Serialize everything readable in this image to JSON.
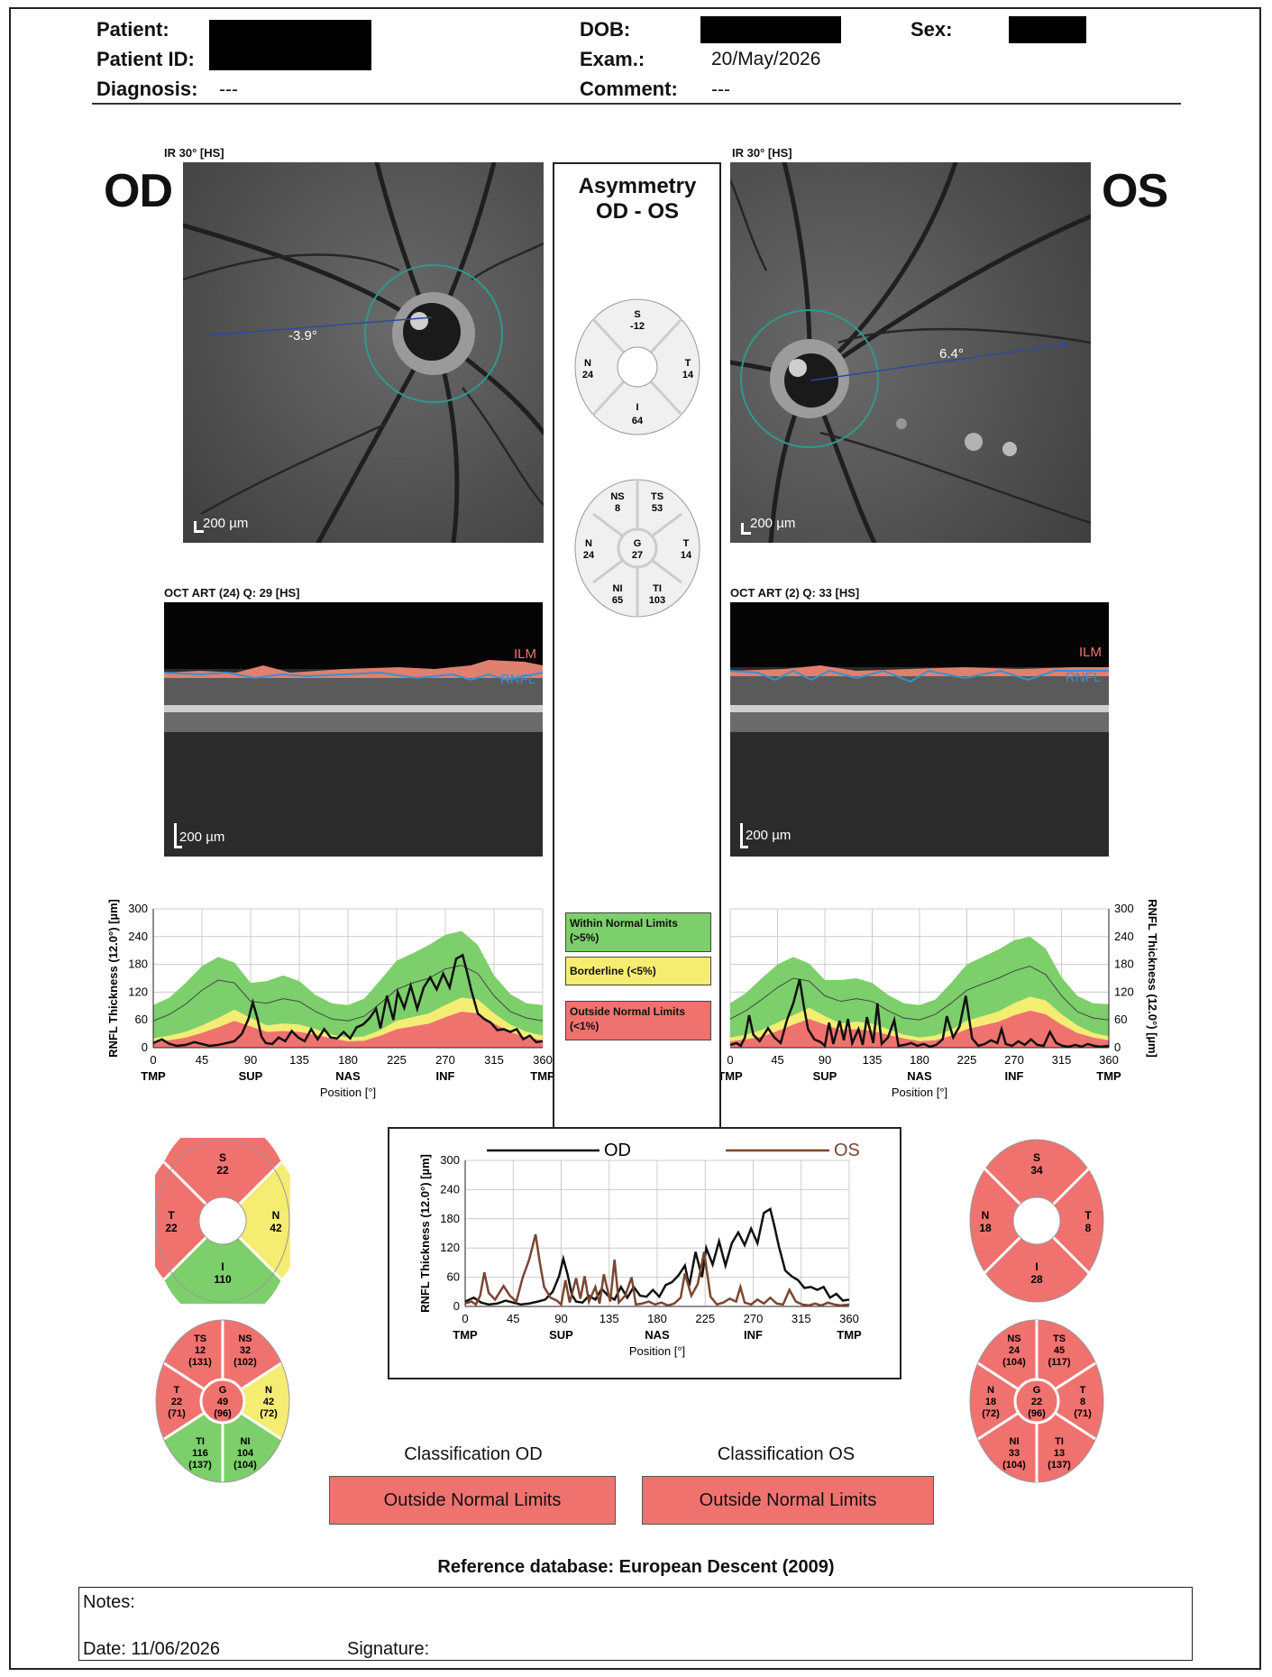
{
  "header": {
    "patient_label": "Patient:",
    "patient_id_label": "Patient ID:",
    "diagnosis_label": "Diagnosis:",
    "diagnosis_value": "---",
    "dob_label": "DOB:",
    "exam_label": "Exam.:",
    "exam_value": "20/May/2026",
    "comment_label": "Comment:",
    "comment_value": "---",
    "sex_label": "Sex:"
  },
  "od": {
    "eye_label": "OD",
    "ir_caption": "IR 30° [HS]",
    "angle": "-3.9°",
    "scale": "200 µm",
    "oct_caption": "OCT ART (24) Q: 29 [HS]",
    "oct_scale": "200 µm",
    "ilm_label": "ILM",
    "rnfl_label": "RNFL",
    "chart_ylabel": "RNFL Thickness (12.0°) [µm]",
    "chart_xlabel": "Position [°]",
    "sectors4": {
      "S": {
        "name": "S",
        "val": "22"
      },
      "T": {
        "name": "T",
        "val": "22"
      },
      "N": {
        "name": "N",
        "val": "42"
      },
      "I": {
        "name": "I",
        "val": "110"
      }
    },
    "sectors6": {
      "TS": {
        "name": "TS",
        "val": "12",
        "ref": "(131)"
      },
      "NS": {
        "name": "NS",
        "val": "32",
        "ref": "(102)"
      },
      "T": {
        "name": "T",
        "val": "22",
        "ref": "(71)"
      },
      "G": {
        "name": "G",
        "val": "49",
        "ref": "(96)"
      },
      "N": {
        "name": "N",
        "val": "42",
        "ref": "(72)"
      },
      "TI": {
        "name": "TI",
        "val": "116",
        "ref": "(137)"
      },
      "NI": {
        "name": "NI",
        "val": "104",
        "ref": "(104)"
      }
    },
    "classification_title": "Classification OD",
    "classification_value": "Outside Normal Limits"
  },
  "os": {
    "eye_label": "OS",
    "ir_caption": "IR 30° [HS]",
    "angle": "6.4°",
    "scale": "200 µm",
    "oct_caption": "OCT ART (2) Q: 33 [HS]",
    "oct_scale": "200 µm",
    "ilm_label": "ILM",
    "rnfl_label": "RNFL",
    "chart_ylabel": "RNFL Thickness (12.0°) [µm]",
    "chart_xlabel": "Position [°]",
    "sectors4": {
      "S": {
        "name": "S",
        "val": "34"
      },
      "N": {
        "name": "N",
        "val": "18"
      },
      "T": {
        "name": "T",
        "val": "8"
      },
      "I": {
        "name": "I",
        "val": "28"
      }
    },
    "sectors6": {
      "NS": {
        "name": "NS",
        "val": "24",
        "ref": "(104)"
      },
      "TS": {
        "name": "TS",
        "val": "45",
        "ref": "(117)"
      },
      "N": {
        "name": "N",
        "val": "18",
        "ref": "(72)"
      },
      "G": {
        "name": "G",
        "val": "22",
        "ref": "(96)"
      },
      "T": {
        "name": "T",
        "val": "8",
        "ref": "(71)"
      },
      "NI": {
        "name": "NI",
        "val": "33",
        "ref": "(104)"
      },
      "TI": {
        "name": "TI",
        "val": "13",
        "ref": "(137)"
      }
    },
    "classification_title": "Classification OS",
    "classification_value": "Outside Normal Limits"
  },
  "asymmetry": {
    "title_line1": "Asymmetry",
    "title_line2": "OD - OS",
    "sectors4": {
      "S": {
        "name": "S",
        "val": "-12"
      },
      "N": {
        "name": "N",
        "val": "24"
      },
      "T": {
        "name": "T",
        "val": "14"
      },
      "I": {
        "name": "I",
        "val": "64"
      }
    },
    "sectors6": {
      "NS": {
        "name": "NS",
        "val": "8"
      },
      "TS": {
        "name": "TS",
        "val": "53"
      },
      "N": {
        "name": "N",
        "val": "24"
      },
      "G": {
        "name": "G",
        "val": "27"
      },
      "T": {
        "name": "T",
        "val": "14"
      },
      "NI": {
        "name": "NI",
        "val": "65"
      },
      "TI": {
        "name": "TI",
        "val": "103"
      }
    }
  },
  "legend": {
    "within": "Within Normal Limits (>5%)",
    "borderline": "Borderline (<5%)",
    "outside": "Outside Normal Limits (<1%)"
  },
  "compare": {
    "od_label": "OD",
    "os_label": "OS",
    "ylabel": "RNFL Thickness (12.0°) [µm]",
    "xlabel": "Position [°]"
  },
  "footer": {
    "refdb": "Reference database: European Descent (2009)",
    "notes_label": "Notes:",
    "date_label": "Date: 11/06/2026",
    "signature_label": "Signature:"
  },
  "colors": {
    "normal": "#7ccf6a",
    "borderline": "#f5ec72",
    "outside": "#f0726f"
  },
  "chart_data": [
    {
      "type": "area",
      "id": "od",
      "ylabel": "RNFL Thickness (12.0°) [µm]",
      "xlabel": "Position [°]",
      "xlim": [
        0,
        360
      ],
      "ylim": [
        0,
        300
      ],
      "x_ticks": [
        "0",
        "45",
        "90",
        "135",
        "180",
        "225",
        "270",
        "315",
        "360"
      ],
      "y_ticks": [
        "0",
        "60",
        "120",
        "180",
        "240",
        "300"
      ],
      "x_categories": [
        "TMP",
        "SUP",
        "NAS",
        "INF",
        "TMP"
      ],
      "grid": true,
      "x": [
        0,
        15,
        30,
        45,
        60,
        75,
        90,
        105,
        120,
        135,
        150,
        165,
        180,
        195,
        210,
        225,
        240,
        255,
        270,
        285,
        300,
        315,
        330,
        345,
        360
      ],
      "p1": [
        12,
        16,
        22,
        32,
        44,
        58,
        46,
        34,
        36,
        34,
        28,
        20,
        14,
        15,
        26,
        40,
        46,
        52,
        66,
        78,
        74,
        52,
        34,
        22,
        16
      ],
      "p5": [
        20,
        26,
        34,
        48,
        64,
        82,
        64,
        48,
        52,
        50,
        40,
        28,
        22,
        24,
        38,
        58,
        66,
        74,
        92,
        108,
        104,
        74,
        50,
        34,
        26
      ],
      "p50": [
        58,
        72,
        94,
        124,
        146,
        140,
        100,
        96,
        106,
        100,
        78,
        62,
        58,
        68,
        96,
        126,
        140,
        150,
        170,
        178,
        160,
        112,
        78,
        64,
        58
      ],
      "p95": [
        92,
        108,
        140,
        176,
        196,
        184,
        140,
        144,
        156,
        144,
        114,
        96,
        92,
        106,
        146,
        188,
        204,
        222,
        244,
        252,
        222,
        156,
        116,
        96,
        92
      ],
      "series": [
        {
          "name": "OD",
          "x": [
            0,
            8,
            15,
            22,
            30,
            38,
            45,
            52,
            60,
            68,
            75,
            82,
            88,
            92,
            96,
            100,
            104,
            110,
            116,
            122,
            128,
            134,
            140,
            146,
            152,
            158,
            164,
            170,
            176,
            182,
            188,
            194,
            200,
            206,
            210,
            216,
            222,
            226,
            232,
            238,
            244,
            250,
            256,
            262,
            268,
            274,
            280,
            286,
            290,
            294,
            300,
            306,
            312,
            318,
            324,
            330,
            336,
            342,
            348,
            354,
            360
          ],
          "y": [
            10,
            18,
            8,
            4,
            6,
            12,
            8,
            4,
            6,
            10,
            14,
            30,
            62,
            98,
            66,
            24,
            10,
            8,
            22,
            14,
            36,
            22,
            14,
            40,
            18,
            40,
            22,
            20,
            34,
            20,
            44,
            50,
            64,
            84,
            42,
            112,
            60,
            120,
            86,
            134,
            84,
            130,
            152,
            126,
            160,
            130,
            192,
            200,
            164,
            124,
            74,
            62,
            54,
            38,
            40,
            34,
            40,
            18,
            26,
            12,
            14
          ]
        }
      ]
    },
    {
      "type": "area",
      "id": "os",
      "ylabel": "RNFL Thickness (12.0°) [µm]",
      "xlabel": "Position [°]",
      "xlim": [
        0,
        360
      ],
      "ylim": [
        0,
        300
      ],
      "x_ticks": [
        "0",
        "45",
        "90",
        "135",
        "180",
        "225",
        "270",
        "315",
        "360"
      ],
      "y_ticks": [
        "0",
        "60",
        "120",
        "180",
        "240",
        "300"
      ],
      "x_categories": [
        "TMP",
        "SUP",
        "NAS",
        "INF",
        "TMP"
      ],
      "grid": true,
      "x": [
        0,
        15,
        30,
        45,
        60,
        75,
        90,
        105,
        120,
        135,
        150,
        165,
        180,
        195,
        210,
        225,
        240,
        255,
        270,
        285,
        300,
        315,
        330,
        345,
        360
      ],
      "p1": [
        14,
        18,
        24,
        36,
        50,
        62,
        50,
        38,
        40,
        36,
        28,
        20,
        14,
        16,
        26,
        40,
        48,
        56,
        70,
        80,
        72,
        50,
        32,
        22,
        16
      ],
      "p5": [
        22,
        28,
        38,
        54,
        70,
        86,
        68,
        52,
        56,
        52,
        40,
        28,
        22,
        26,
        38,
        58,
        68,
        78,
        96,
        110,
        102,
        72,
        48,
        32,
        24
      ],
      "p50": [
        62,
        80,
        104,
        130,
        150,
        144,
        112,
        100,
        106,
        100,
        80,
        64,
        60,
        72,
        96,
        124,
        138,
        150,
        166,
        176,
        158,
        112,
        78,
        64,
        60
      ],
      "p95": [
        96,
        118,
        150,
        180,
        196,
        182,
        146,
        146,
        150,
        140,
        114,
        96,
        92,
        104,
        140,
        180,
        196,
        212,
        232,
        240,
        214,
        152,
        112,
        96,
        94
      ],
      "series": [
        {
          "name": "OS",
          "x": [
            0,
            6,
            10,
            14,
            18,
            22,
            28,
            36,
            42,
            48,
            54,
            60,
            66,
            70,
            74,
            80,
            86,
            90,
            94,
            98,
            104,
            108,
            112,
            116,
            122,
            126,
            130,
            136,
            140,
            144,
            150,
            156,
            160,
            166,
            172,
            178,
            184,
            190,
            196,
            202,
            206,
            212,
            218,
            224,
            230,
            236,
            242,
            248,
            254,
            258,
            262,
            268,
            274,
            280,
            286,
            292,
            298,
            304,
            310,
            316,
            322,
            328,
            334,
            340,
            346,
            352,
            360
          ],
          "y": [
            6,
            10,
            4,
            22,
            70,
            28,
            14,
            42,
            22,
            10,
            60,
            96,
            148,
            90,
            40,
            18,
            12,
            4,
            54,
            8,
            58,
            16,
            62,
            10,
            40,
            6,
            66,
            10,
            96,
            8,
            22,
            60,
            4,
            6,
            10,
            4,
            8,
            2,
            6,
            18,
            68,
            22,
            46,
            112,
            20,
            4,
            8,
            16,
            10,
            40,
            8,
            4,
            14,
            6,
            18,
            6,
            4,
            34,
            10,
            4,
            2,
            6,
            2,
            8,
            4,
            2,
            4
          ]
        }
      ]
    },
    {
      "type": "line",
      "id": "compare",
      "ylabel": "RNFL Thickness (12.0°) [µm]",
      "xlabel": "Position [°]",
      "xlim": [
        0,
        360
      ],
      "ylim": [
        0,
        300
      ],
      "x_ticks": [
        "0",
        "45",
        "90",
        "135",
        "180",
        "225",
        "270",
        "315",
        "360"
      ],
      "y_ticks": [
        "0",
        "60",
        "120",
        "180",
        "240",
        "300"
      ],
      "x_categories": [
        "TMP",
        "SUP",
        "NAS",
        "INF",
        "TMP"
      ],
      "grid": true,
      "legend": "top",
      "series": [
        {
          "name": "OD",
          "color": "#111111",
          "ref": 0
        },
        {
          "name": "OS",
          "color": "#7a4632",
          "ref": 1
        }
      ]
    }
  ]
}
